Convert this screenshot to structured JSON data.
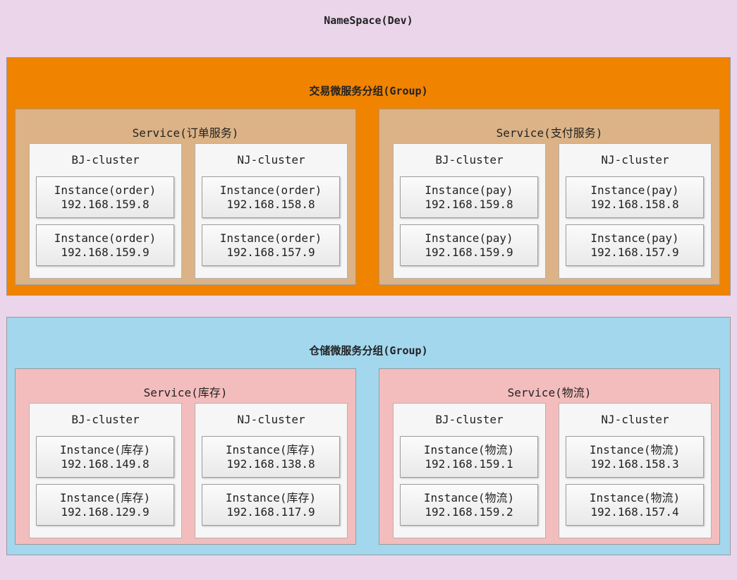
{
  "namespace": {
    "title": "NameSpace(Dev)"
  },
  "groups": [
    {
      "title": "交易微服务分组(Group)",
      "services": [
        {
          "title": "Service(订单服务)",
          "clusters": [
            {
              "title": "BJ-cluster",
              "instances": [
                {
                  "name": "Instance(order)",
                  "ip": "192.168.159.8"
                },
                {
                  "name": "Instance(order)",
                  "ip": "192.168.159.9"
                }
              ]
            },
            {
              "title": "NJ-cluster",
              "instances": [
                {
                  "name": "Instance(order)",
                  "ip": "192.168.158.8"
                },
                {
                  "name": "Instance(order)",
                  "ip": "192.168.157.9"
                }
              ]
            }
          ]
        },
        {
          "title": "Service(支付服务)",
          "clusters": [
            {
              "title": "BJ-cluster",
              "instances": [
                {
                  "name": "Instance(pay)",
                  "ip": "192.168.159.8"
                },
                {
                  "name": "Instance(pay)",
                  "ip": "192.168.159.9"
                }
              ]
            },
            {
              "title": "NJ-cluster",
              "instances": [
                {
                  "name": "Instance(pay)",
                  "ip": "192.168.158.8"
                },
                {
                  "name": "Instance(pay)",
                  "ip": "192.168.157.9"
                }
              ]
            }
          ]
        }
      ]
    },
    {
      "title": "仓储微服务分组(Group)",
      "services": [
        {
          "title": "Service(库存)",
          "clusters": [
            {
              "title": "BJ-cluster",
              "instances": [
                {
                  "name": "Instance(库存)",
                  "ip": "192.168.149.8"
                },
                {
                  "name": "Instance(库存)",
                  "ip": "192.168.129.9"
                }
              ]
            },
            {
              "title": "NJ-cluster",
              "instances": [
                {
                  "name": "Instance(库存)",
                  "ip": "192.168.138.8"
                },
                {
                  "name": "Instance(库存)",
                  "ip": "192.168.117.9"
                }
              ]
            }
          ]
        },
        {
          "title": "Service(物流)",
          "clusters": [
            {
              "title": "BJ-cluster",
              "instances": [
                {
                  "name": "Instance(物流)",
                  "ip": "192.168.159.1"
                },
                {
                  "name": "Instance(物流)",
                  "ip": "192.168.159.2"
                }
              ]
            },
            {
              "title": "NJ-cluster",
              "instances": [
                {
                  "name": "Instance(物流)",
                  "ip": "192.168.158.3"
                },
                {
                  "name": "Instance(物流)",
                  "ip": "192.168.157.4"
                }
              ]
            }
          ]
        }
      ]
    }
  ],
  "colors": {
    "namespace_bg": "#ead5ea",
    "group_trade_bg": "#f08300",
    "group_storage_bg": "#a3d7ee",
    "service_trade_bg": "#dcb386",
    "service_storage_bg": "#f4bdbd",
    "cluster_bg": "#f6f6f6"
  }
}
